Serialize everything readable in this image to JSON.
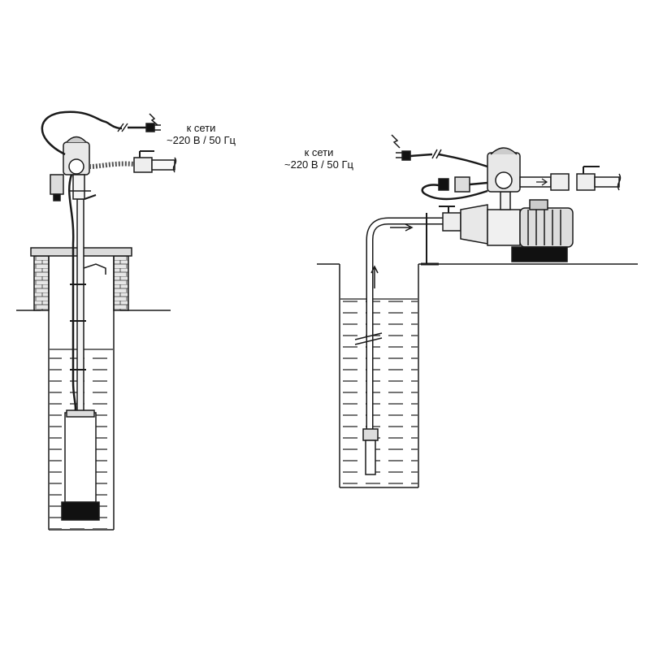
{
  "left_label": {
    "line1": "к сети",
    "line2": "~220 В / 50 Гц"
  },
  "right_label": {
    "line1": "к сети",
    "line2": "~220 В / 50 Гц"
  },
  "colors": {
    "ink": "#1a1a1a",
    "fill_dark": "#111111",
    "fill_light": "#ececec",
    "water_line": "#222222"
  },
  "icons": [
    "plug-icon",
    "lightning-icon",
    "motor-icon",
    "pressure-switch-icon",
    "valve-icon"
  ]
}
